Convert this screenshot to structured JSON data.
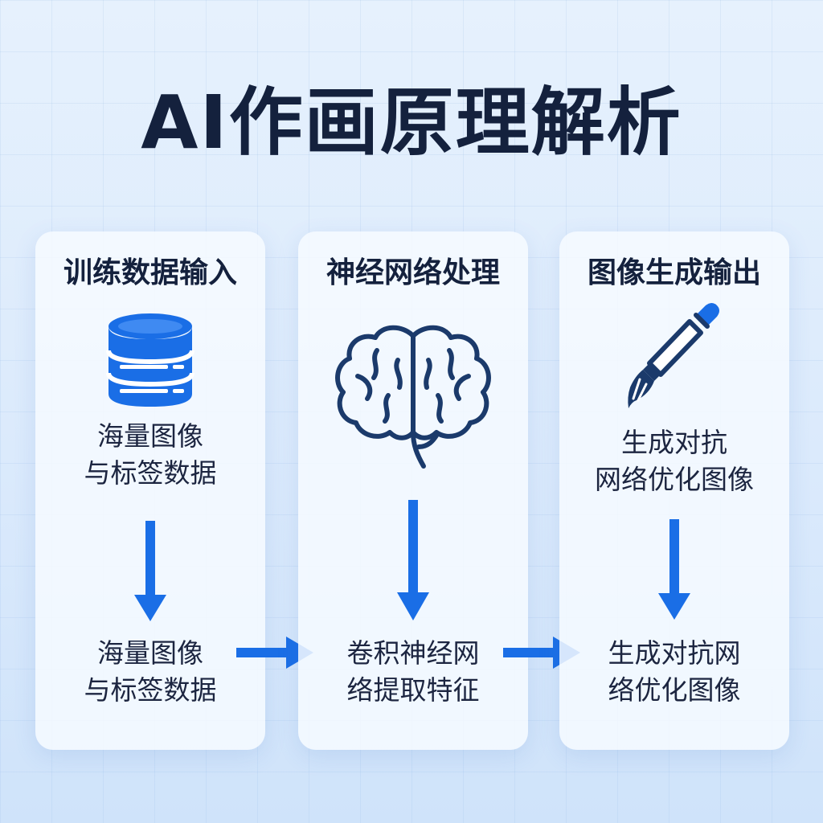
{
  "title": "AI作画原理解析",
  "accent_color": "#1a6ee6",
  "steps": [
    {
      "title": "训练数据输入",
      "icon": "database-icon",
      "desc_top": [
        "海量图像",
        "与标签数据"
      ],
      "desc_bottom": [
        "海量图像",
        "与标签数据"
      ]
    },
    {
      "title": "神经网络处理",
      "icon": "brain-icon",
      "desc_top": [],
      "desc_bottom": [
        "卷积神经网",
        "络提取特征"
      ]
    },
    {
      "title": "图像生成输出",
      "icon": "paintbrush-icon",
      "desc_top": [
        "生成对抗",
        "网络优化图像"
      ],
      "desc_bottom": [
        "生成对抗网",
        "络优化图像"
      ]
    }
  ]
}
